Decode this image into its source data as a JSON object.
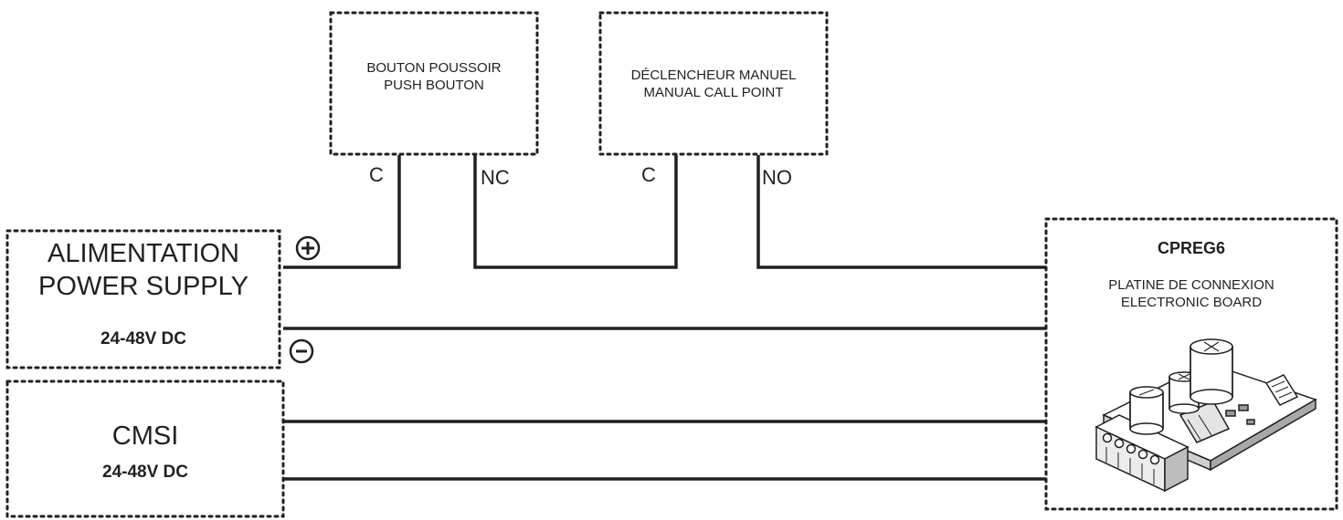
{
  "push_button": {
    "line1": "BOUTON POUSSOIR",
    "line2": "PUSH BOUTON",
    "pin_left": "C",
    "pin_right": "NC"
  },
  "call_point": {
    "line1": "DÉCLENCHEUR MANUEL",
    "line2": "MANUAL CALL POINT",
    "pin_left": "C",
    "pin_right": "NO"
  },
  "power_supply": {
    "line1": "ALIMENTATION",
    "line2": "POWER SUPPLY",
    "voltage": "24-48V DC"
  },
  "cmsi": {
    "name": "CMSI",
    "voltage": "24-48V DC"
  },
  "board": {
    "name": "CPREG6",
    "line1": "PLATINE DE CONNEXION",
    "line2": "ELECTRONIC BOARD"
  },
  "polarity": {
    "positive": "plus-icon",
    "negative": "minus-icon"
  },
  "colors": {
    "line": "#231f20",
    "background": "#ffffff"
  }
}
